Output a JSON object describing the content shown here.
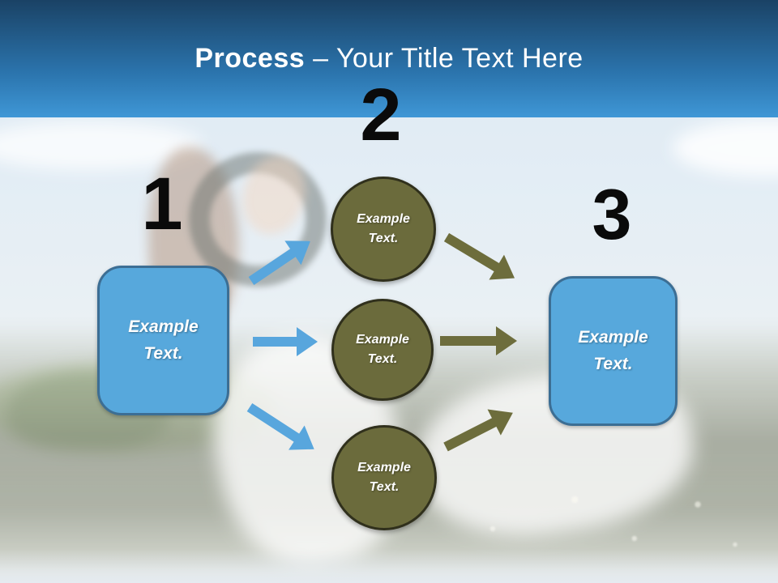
{
  "slide": {
    "title": {
      "bold": "Process",
      "regular": " – Your Title Text Here"
    },
    "numbers": [
      "1",
      "2",
      "3"
    ],
    "left_box": {
      "label": "Example Text."
    },
    "right_box": {
      "label": "Example Text."
    },
    "circles": [
      {
        "label": "Example Text."
      },
      {
        "label": "Example Text."
      },
      {
        "label": "Example Text."
      }
    ],
    "colors": {
      "header_top": "#1a4265",
      "header_mid": "#2b74ad",
      "header_bottom": "#3f97d6",
      "title_color": "#ffffff",
      "number_color": "#0a0a0a",
      "box_fill": "#57a8dc",
      "box_border": "#3c6e94",
      "circle_fill": "#6b6b3c",
      "circle_border": "#30301c",
      "arrow_blue": "#58a6dd",
      "arrow_olive": "#6d6d3c",
      "shape_text_color": "#ffffff"
    }
  }
}
